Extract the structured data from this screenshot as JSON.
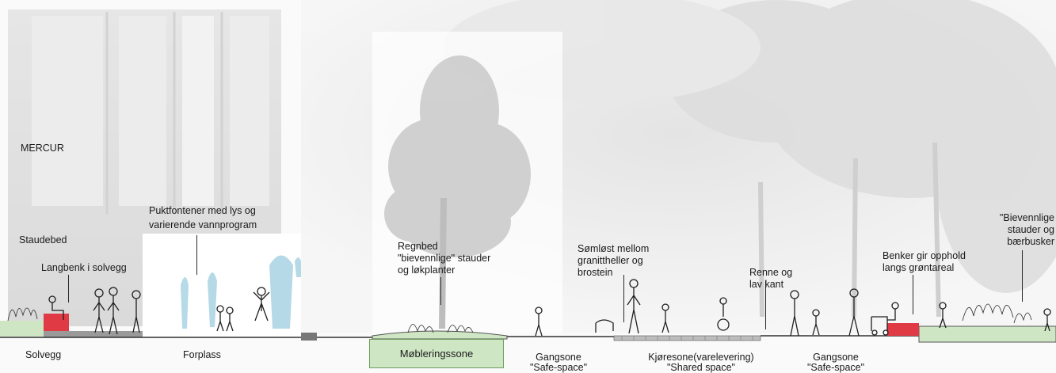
{
  "building_label": "MERCUR",
  "callouts": {
    "staudebed": "Staudebed",
    "langbenk": "Langbenk i solvegg",
    "puktfontener_1": "Puktfontener med lys og",
    "puktfontener_2": "varierende vannprogram",
    "regnbed_1": "Regnbed",
    "regnbed_2": "\"bievennlige\" stauder",
    "regnbed_3": "og løkplanter",
    "somlost_1": "Sømløst mellom",
    "somlost_2": "granittheller og",
    "somlost_3": "brostein",
    "renne_1": "Renne og",
    "renne_2": "lav kant",
    "benker_1": "Benker gir opphold",
    "benker_2": "langs grøntareal",
    "bievennlige_1": "\"Bievennlige",
    "bievennlige_2": "stauder og",
    "bievennlige_3": "bærbusker"
  },
  "zones": {
    "solvegg": "Solvegg",
    "forplass": "Forplass",
    "mobleringssone": "Møbleringssone",
    "gangsone_left_1": "Gangsone",
    "gangsone_left_2": "\"Safe-space\"",
    "kjoresone_1": "Kjøresone(varelevering)",
    "kjoresone_2": "\"Shared space\"",
    "gangsone_right_1": "Gangsone",
    "gangsone_right_2": "\"Safe-space\""
  },
  "colors": {
    "bench": "#e03a45",
    "planting_bed": "#cfe6c4",
    "water": "#a9d3e3",
    "ground_line": "#333333"
  }
}
